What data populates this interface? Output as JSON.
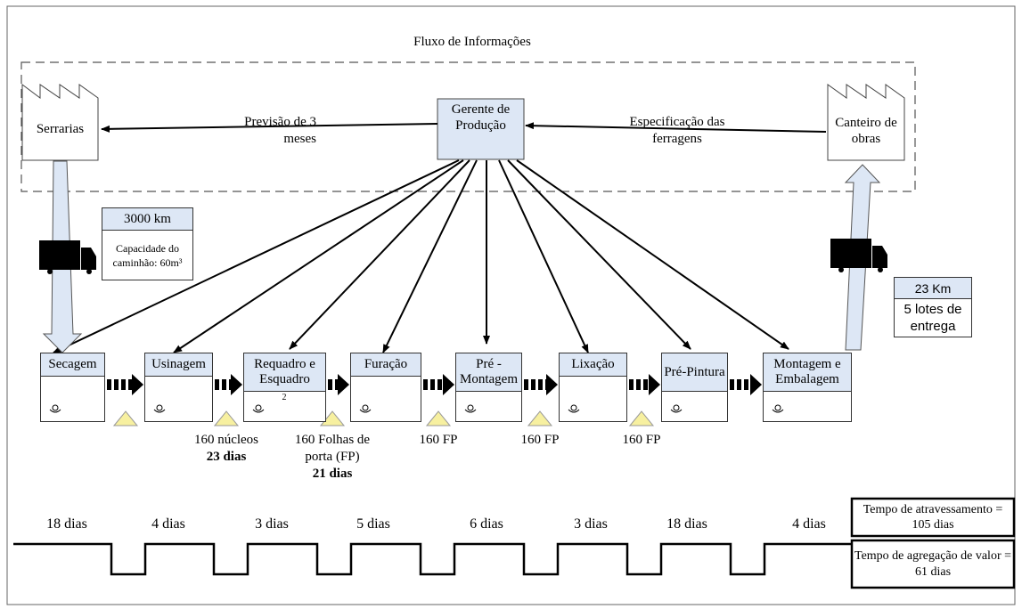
{
  "title": "Fluxo de Informações",
  "supplier": {
    "label": "Serrarias"
  },
  "customer": {
    "label": "Canteiro de obras"
  },
  "manager": {
    "label": "Gerente de Produção"
  },
  "forecast_label": "Previsão de 3 meses",
  "spec_label": "Especificação das ferragens",
  "inbound": {
    "distance": "3000 km",
    "capacity": "Capacidade do caminhão: 60m³"
  },
  "outbound": {
    "distance": "23 Km",
    "batches": "5 lotes de entrega"
  },
  "processes": [
    {
      "label": "Secagem"
    },
    {
      "label": "Usinagem"
    },
    {
      "label": "Requadro e Esquadro",
      "count": "2"
    },
    {
      "label": "Furação"
    },
    {
      "label": "Pré - Montagem"
    },
    {
      "label": "Lixação"
    },
    {
      "label": "Pré-Pintura"
    },
    {
      "label": "Montagem e Embalagem"
    }
  ],
  "inventories": [
    {
      "text": "",
      "days": ""
    },
    {
      "text": "160 núcleos",
      "days": "23 dias"
    },
    {
      "text": "160 Folhas de porta (FP)",
      "days": "21 dias"
    },
    {
      "text": "160 FP",
      "days": ""
    },
    {
      "text": "160 FP",
      "days": ""
    },
    {
      "text": "160 FP",
      "days": ""
    }
  ],
  "timeline": [
    "18 dias",
    "4 dias",
    "3 dias",
    "5 dias",
    "6 dias",
    "3 dias",
    "18 dias",
    "4 dias"
  ],
  "summary": {
    "lead_time": "Tempo de atravessamento = 105 dias",
    "value_added": "Tempo de agregação de valor = 61 dias"
  },
  "colors": {
    "process_header": "#dde7f5",
    "inventory": "#f7f0a0",
    "truck": "#000000",
    "frame": "#333333"
  }
}
